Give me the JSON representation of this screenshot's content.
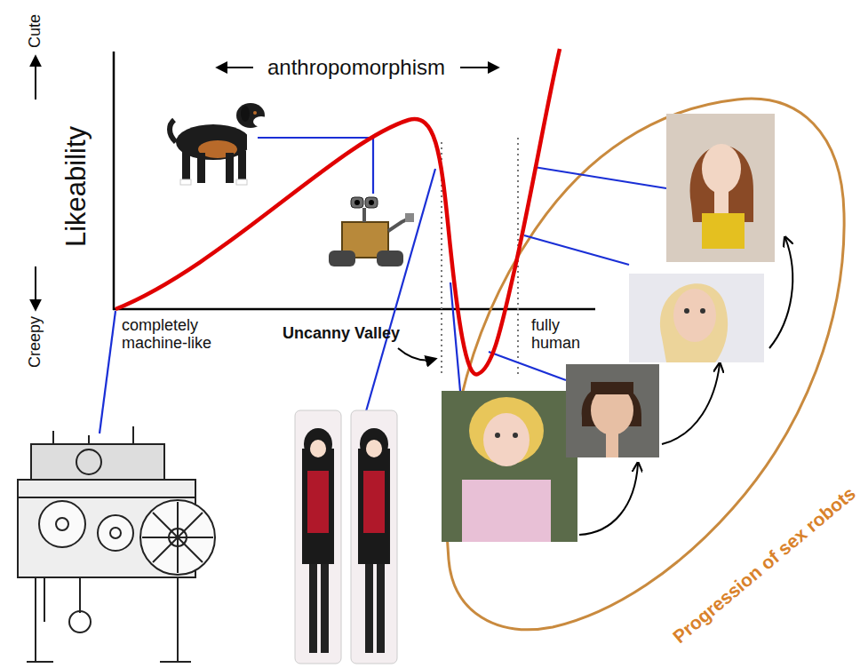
{
  "diagram": {
    "labels": [
      "Cute",
      "Likeability",
      "Creepy",
      "anthropomorphism",
      "completely machine-like",
      "Uncanny Valley",
      "fully human",
      "Progression of sex robots"
    ]
  }
}
